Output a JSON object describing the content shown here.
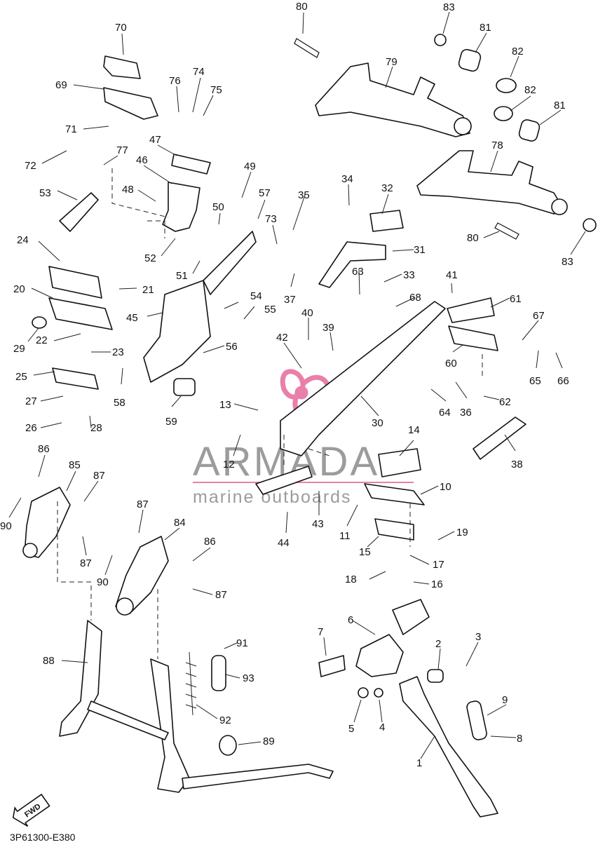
{
  "diagram": {
    "drawing_code": "3P61300-E380",
    "fwd_label": "FWD",
    "watermark": {
      "brand": "ARMADA",
      "tagline": "marine outboards",
      "logo_color": "#e46a9c",
      "text_color": "#8b8b8b"
    },
    "callouts": [
      {
        "id": "c1",
        "text": "1"
      },
      {
        "id": "c2",
        "text": "2"
      },
      {
        "id": "c3",
        "text": "3"
      },
      {
        "id": "c4",
        "text": "4"
      },
      {
        "id": "c5",
        "text": "5"
      },
      {
        "id": "c6",
        "text": "6"
      },
      {
        "id": "c7",
        "text": "7"
      },
      {
        "id": "c8",
        "text": "8"
      },
      {
        "id": "c9",
        "text": "9"
      },
      {
        "id": "c10",
        "text": "10"
      },
      {
        "id": "c11",
        "text": "11"
      },
      {
        "id": "c12",
        "text": "12"
      },
      {
        "id": "c13",
        "text": "13"
      },
      {
        "id": "c14",
        "text": "14"
      },
      {
        "id": "c15",
        "text": "15"
      },
      {
        "id": "c16",
        "text": "16"
      },
      {
        "id": "c17",
        "text": "17"
      },
      {
        "id": "c18",
        "text": "18"
      },
      {
        "id": "c19",
        "text": "19"
      },
      {
        "id": "c20",
        "text": "20"
      },
      {
        "id": "c21",
        "text": "21"
      },
      {
        "id": "c22",
        "text": "22"
      },
      {
        "id": "c23",
        "text": "23"
      },
      {
        "id": "c24",
        "text": "24"
      },
      {
        "id": "c25",
        "text": "25"
      },
      {
        "id": "c26",
        "text": "26"
      },
      {
        "id": "c27",
        "text": "27"
      },
      {
        "id": "c28",
        "text": "28"
      },
      {
        "id": "c29",
        "text": "29"
      },
      {
        "id": "c30",
        "text": "30"
      },
      {
        "id": "c31",
        "text": "31"
      },
      {
        "id": "c32",
        "text": "32"
      },
      {
        "id": "c33",
        "text": "33"
      },
      {
        "id": "c34",
        "text": "34"
      },
      {
        "id": "c35",
        "text": "35"
      },
      {
        "id": "c36",
        "text": "36"
      },
      {
        "id": "c37",
        "text": "37"
      },
      {
        "id": "c38",
        "text": "38"
      },
      {
        "id": "c39",
        "text": "39"
      },
      {
        "id": "c40",
        "text": "40"
      },
      {
        "id": "c41",
        "text": "41"
      },
      {
        "id": "c42",
        "text": "42"
      },
      {
        "id": "c43",
        "text": "43"
      },
      {
        "id": "c44",
        "text": "44"
      },
      {
        "id": "c45",
        "text": "45"
      },
      {
        "id": "c46",
        "text": "46"
      },
      {
        "id": "c47",
        "text": "47"
      },
      {
        "id": "c48",
        "text": "48"
      },
      {
        "id": "c49",
        "text": "49"
      },
      {
        "id": "c50",
        "text": "50"
      },
      {
        "id": "c51",
        "text": "51"
      },
      {
        "id": "c52",
        "text": "52"
      },
      {
        "id": "c53",
        "text": "53"
      },
      {
        "id": "c54",
        "text": "54"
      },
      {
        "id": "c55",
        "text": "55"
      },
      {
        "id": "c56",
        "text": "56"
      },
      {
        "id": "c57",
        "text": "57"
      },
      {
        "id": "c58",
        "text": "58"
      },
      {
        "id": "c59",
        "text": "59"
      },
      {
        "id": "c60",
        "text": "60"
      },
      {
        "id": "c61",
        "text": "61"
      },
      {
        "id": "c62",
        "text": "62"
      },
      {
        "id": "c63",
        "text": "63"
      },
      {
        "id": "c64",
        "text": "64"
      },
      {
        "id": "c65",
        "text": "65"
      },
      {
        "id": "c66",
        "text": "66"
      },
      {
        "id": "c67",
        "text": "67"
      },
      {
        "id": "c68",
        "text": "68"
      },
      {
        "id": "c69",
        "text": "69"
      },
      {
        "id": "c70",
        "text": "70"
      },
      {
        "id": "c71",
        "text": "71"
      },
      {
        "id": "c72",
        "text": "72"
      },
      {
        "id": "c73",
        "text": "73"
      },
      {
        "id": "c74",
        "text": "74"
      },
      {
        "id": "c75",
        "text": "75"
      },
      {
        "id": "c76",
        "text": "76"
      },
      {
        "id": "c77",
        "text": "77"
      },
      {
        "id": "c78",
        "text": "78"
      },
      {
        "id": "c79",
        "text": "79"
      },
      {
        "id": "c80a",
        "text": "80"
      },
      {
        "id": "c80b",
        "text": "80"
      },
      {
        "id": "c81a",
        "text": "81"
      },
      {
        "id": "c81b",
        "text": "81"
      },
      {
        "id": "c82a",
        "text": "82"
      },
      {
        "id": "c82b",
        "text": "82"
      },
      {
        "id": "c83a",
        "text": "83"
      },
      {
        "id": "c83b",
        "text": "83"
      },
      {
        "id": "c84",
        "text": "84"
      },
      {
        "id": "c85",
        "text": "85"
      },
      {
        "id": "c86a",
        "text": "86"
      },
      {
        "id": "c86b",
        "text": "86"
      },
      {
        "id": "c87a",
        "text": "87"
      },
      {
        "id": "c87b",
        "text": "87"
      },
      {
        "id": "c87c",
        "text": "87"
      },
      {
        "id": "c87d",
        "text": "87"
      },
      {
        "id": "c88",
        "text": "88"
      },
      {
        "id": "c89",
        "text": "89"
      },
      {
        "id": "c90a",
        "text": "90"
      },
      {
        "id": "c90b",
        "text": "90"
      },
      {
        "id": "c91",
        "text": "91"
      },
      {
        "id": "c92",
        "text": "92"
      },
      {
        "id": "c93",
        "text": "93"
      }
    ]
  }
}
